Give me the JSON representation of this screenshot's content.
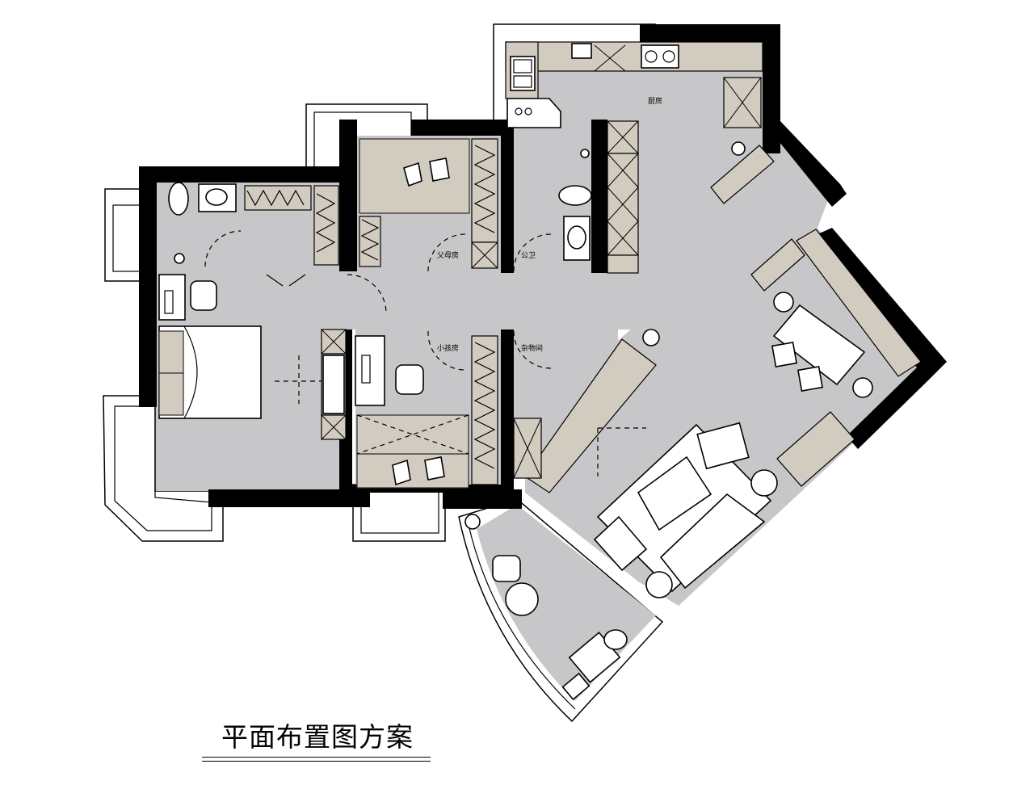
{
  "title": "平面布置图方案",
  "rooms": {
    "kitchen": "厨房",
    "parents_room": "父母房",
    "public_bath": "公卫",
    "kids_room": "小孩房",
    "storage": "杂物间"
  },
  "colors": {
    "wall": "#000000",
    "floor": "#c7c7ca",
    "cabinet": "#d2cbc0",
    "furniture": "#ffffff"
  }
}
